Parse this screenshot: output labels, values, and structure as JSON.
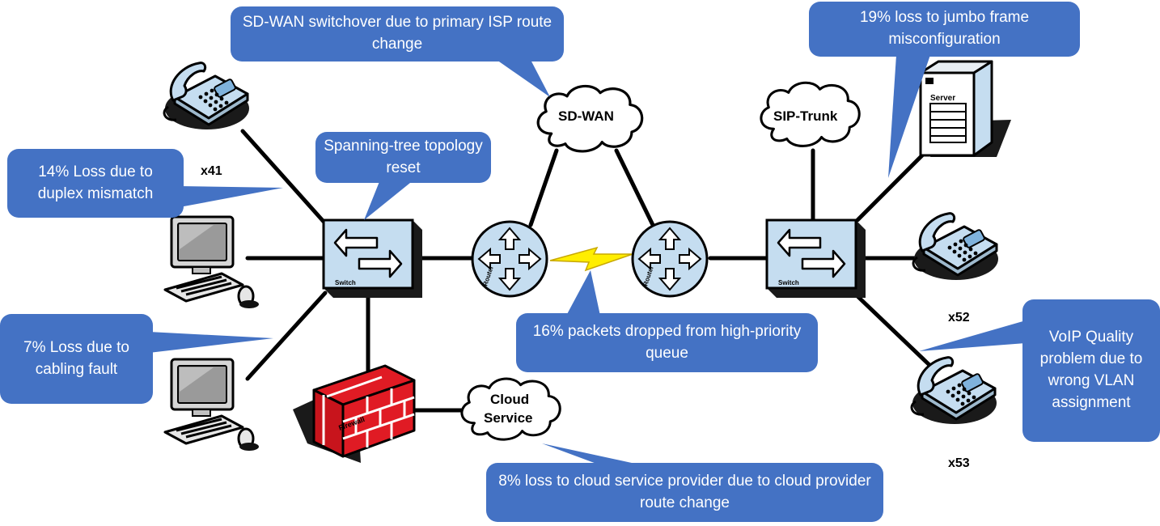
{
  "callouts": {
    "sdwan_switchover": "SD-WAN switchover due to primary ISP route change",
    "jumbo_frame": "19% loss to jumbo frame misconfiguration",
    "spanning_tree": "Spanning-tree topology reset",
    "duplex_mismatch": "14% Loss due to duplex mismatch",
    "cabling_fault": "7% Loss due to cabling fault",
    "queue_drop": "16% packets dropped from high-priority queue",
    "vlan_problem": "VoIP Quality problem due to wrong VLAN assignment",
    "cloud_route": "8% loss to cloud service provider due to cloud provider route change"
  },
  "nodes": {
    "sdwan_cloud": "SD-WAN",
    "sip_trunk_cloud": "SIP-Trunk",
    "cloud_service_line1": "Cloud",
    "cloud_service_line2": "Service",
    "phone_x41": "x41",
    "phone_x52": "x52",
    "phone_x53": "x53",
    "switch_left": "Switch",
    "switch_right": "Switch",
    "router_left": "Router",
    "router_right": "Router",
    "firewall": "Firewall",
    "server": "Server"
  },
  "colors": {
    "callout": "#4472c4",
    "device": "#c5ddf0",
    "firewall_red": "#e01b24",
    "wan_link": "#ffee00"
  }
}
